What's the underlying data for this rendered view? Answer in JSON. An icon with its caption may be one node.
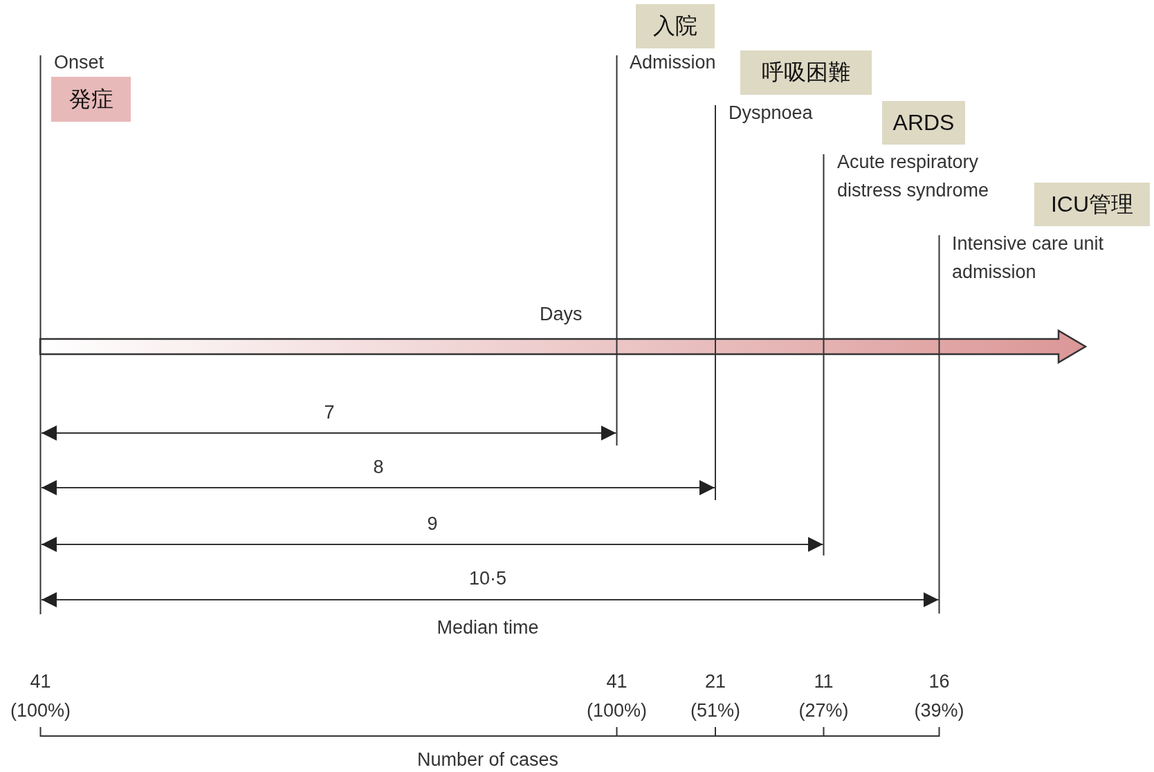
{
  "diagram": {
    "nodes": [
      {
        "text": [
          "発症"
        ],
        "beside": [
          "Onset"
        ]
      },
      {
        "text": [
          "入院"
        ],
        "beside": [
          "Admission"
        ]
      },
      {
        "text": [
          "呼吸困難"
        ],
        "beside": [
          "Dyspnoea"
        ]
      },
      {
        "text": [
          "ARDS"
        ],
        "beside": [
          "Acute respiratory distress syndrome"
        ]
      },
      {
        "text": [
          "ICU管理"
        ],
        "beside": [
          "Intensive care unit admission"
        ]
      }
    ],
    "labels": [
      "Days",
      "7",
      "8",
      "9",
      "10·5",
      "Median time",
      "41",
      "(100%)",
      "41",
      "(100%)",
      "21",
      "(51%)",
      "11",
      "(27%)",
      "16",
      "(39%)",
      "Number of cases"
    ]
  }
}
